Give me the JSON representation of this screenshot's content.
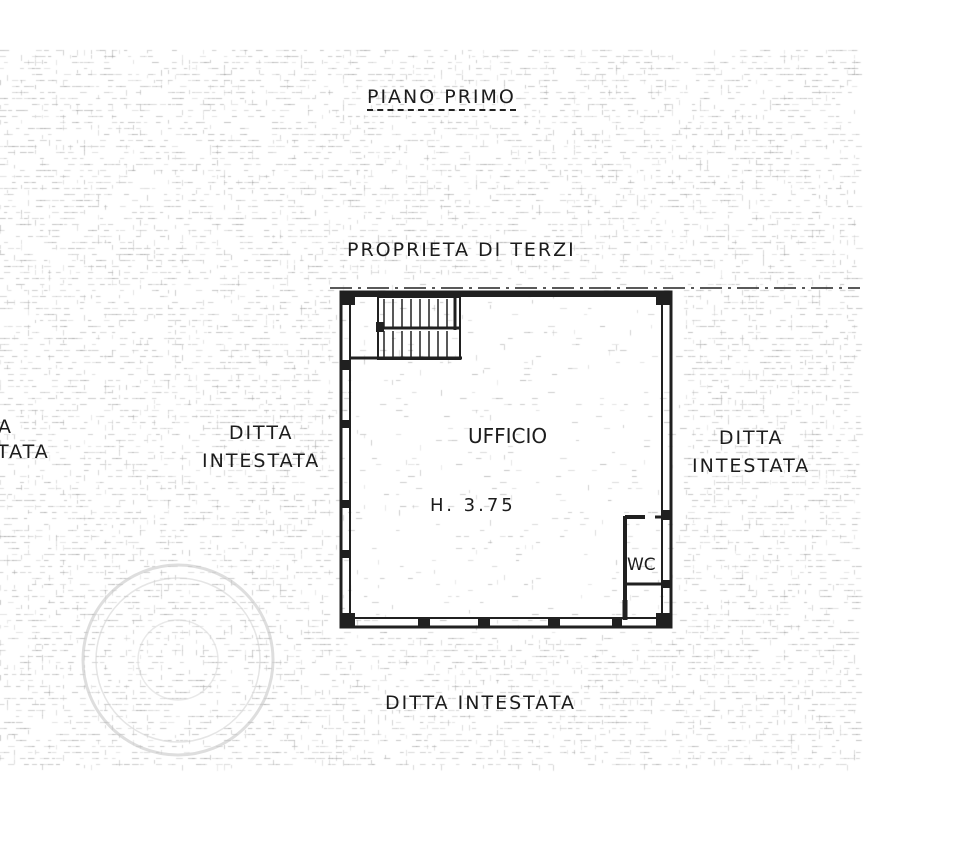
{
  "title": "PIANO PRIMO",
  "labels": {
    "north": "PROPRIETA DI TERZI",
    "west_line1": "DITTA",
    "west_line2": "INTESTATA",
    "west_fragment_line1": "A",
    "west_fragment_line2": "TATA",
    "east_line1": "DITTA",
    "east_line2": "INTESTATA",
    "south": "DITTA INTESTATA"
  },
  "room": {
    "name": "UFFICIO",
    "height": "H. 3.75",
    "wc": "WC"
  },
  "colors": {
    "ink": "#1c1c1c",
    "wall": "#202020",
    "grid_noise": "#9a9a9a",
    "stamp": "#c4c4c4"
  },
  "elements": {
    "stairs_steps": 8,
    "stamp": "circular-stamp"
  }
}
